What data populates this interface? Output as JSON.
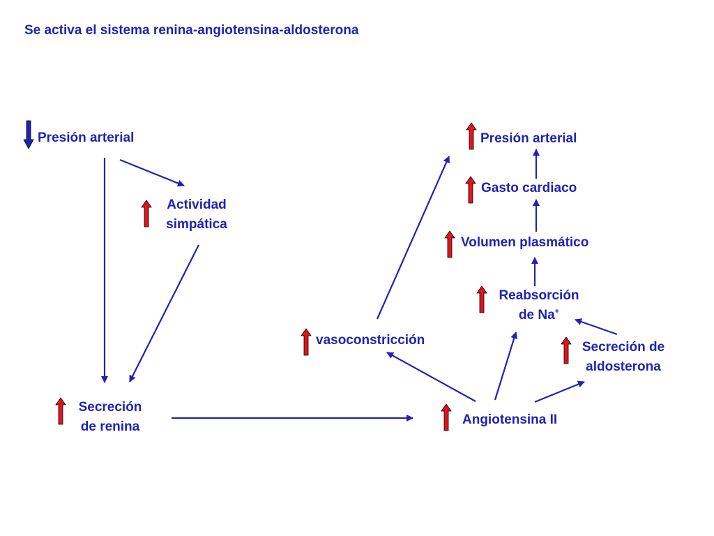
{
  "title": "Se activa el sistema renina-angiotensina-aldosterona",
  "nodes": {
    "presion_arterial_low": "Presión arterial",
    "actividad_simpatica_1": "Actividad",
    "actividad_simpatica_2": "simpática",
    "secrecion_renina_1": "Secreción",
    "secrecion_renina_2": "de renina",
    "angiotensina": "Angiotensina II",
    "vasoconstriccion": "vasoconstricción",
    "secrecion_aldosterona_1": "Secreción de",
    "secrecion_aldosterona_2": "aldosterona",
    "reabsorcion_1": "Reabsorción",
    "reabsorcion_2": "de Na",
    "reabsorcion_sup": "+",
    "volumen": "Volumen plasmático",
    "gasto": "Gasto cardiaco",
    "presion_arterial_high": "Presión arterial"
  },
  "colors": {
    "text": "#1f23b4",
    "connector": "#1f23b4",
    "increase_arrow": "#e0141c",
    "decrease_arrow": "#1f23b4"
  },
  "icons": {
    "increase": "red-up-arrow-icon",
    "decrease": "blue-down-arrow-icon"
  }
}
